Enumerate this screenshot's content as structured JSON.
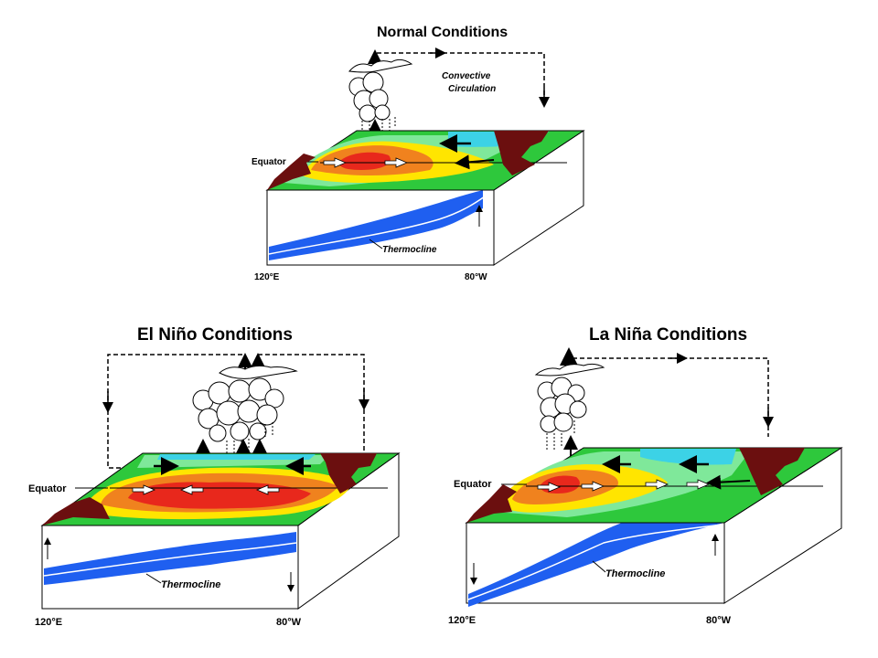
{
  "panels": {
    "normal": {
      "title": "Normal Conditions",
      "circulation_label_1": "Convective",
      "circulation_label_2": "Circulation",
      "equator": "Equator",
      "thermocline": "Thermocline",
      "west_lon": "120°E",
      "east_lon": "80°W"
    },
    "el_nino": {
      "title": "El Niño Conditions",
      "equator": "Equator",
      "thermocline": "Thermocline",
      "west_lon": "120°E",
      "east_lon": "80°W"
    },
    "la_nina": {
      "title": "La Niña Conditions",
      "equator": "Equator",
      "thermocline": "Thermocline",
      "west_lon": "120°E",
      "east_lon": "80°W"
    }
  },
  "colors": {
    "warm_core": "#e8281c",
    "warm": "#f0821e",
    "mild": "#ffe500",
    "cool": "#2ec83c",
    "cooler": "#7fe89a",
    "cold": "#3cd2e6",
    "ocean": "#1f5ff0",
    "land": "#6b0f0f",
    "box_side": "#ffffff"
  },
  "icons": [
    "cloud-icon",
    "up-arrow-icon",
    "down-arrow-icon",
    "right-arrow-icon",
    "left-arrow-icon"
  ]
}
